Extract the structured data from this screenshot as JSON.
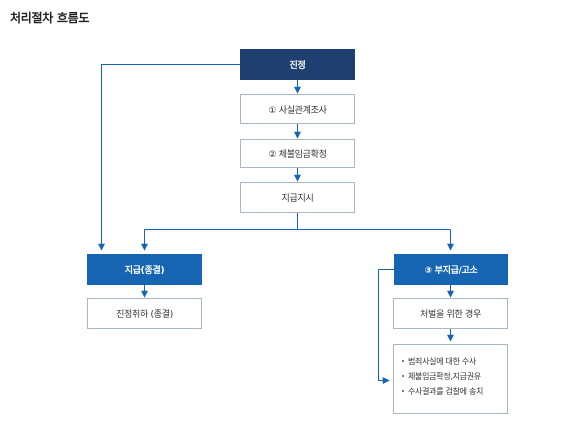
{
  "page": {
    "title": "처리절차 흐름도"
  },
  "flow": {
    "start": "진정",
    "steps": [
      "① 사실관계조사",
      "② 체불임금확정",
      "지급지시"
    ],
    "branch_left": "지급(종결)",
    "branch_left_result": "진정취하 (종결)",
    "branch_right": "③ 부지급/고소",
    "branch_right_result": "처벌을 위한 경우",
    "branch_right_actions": [
      "범죄사실에 대한 수사",
      "체불임금확정,지급권유",
      "수사결과를 검찰에 송치"
    ]
  },
  "colors": {
    "dark_navy": "#1f3f70",
    "blue": "#1565b3",
    "border": "#a9b6c6",
    "line": "#1565b3"
  }
}
